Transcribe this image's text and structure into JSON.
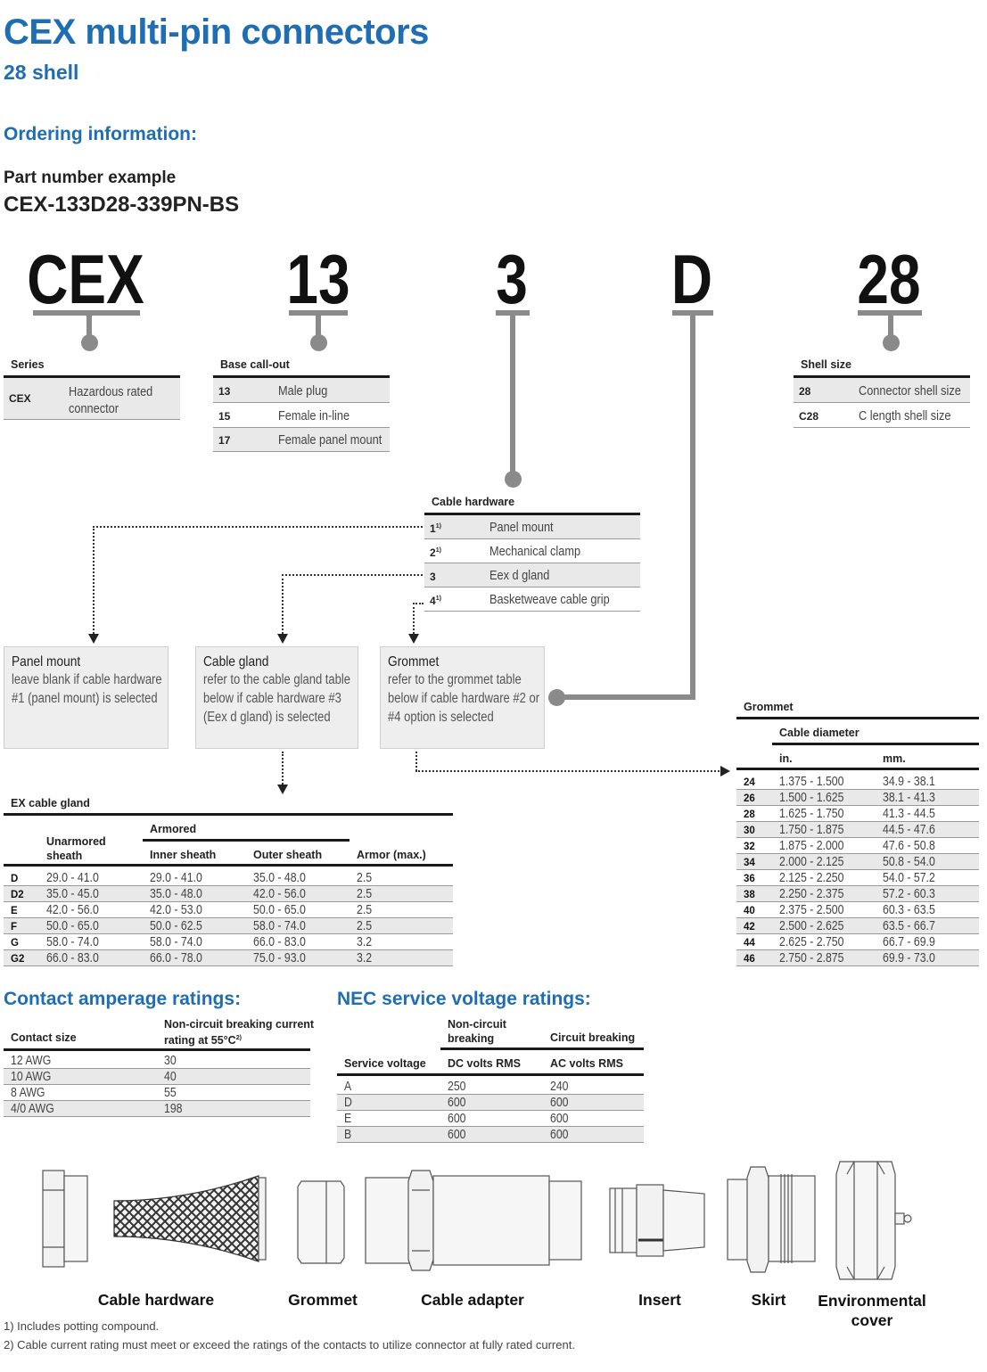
{
  "header": {
    "title": "CEX multi-pin connectors",
    "subtitle": "28 shell",
    "ordering_heading": "Ordering information:",
    "pn_label": "Part number example",
    "pn_value": "CEX-133D28-339PN-BS"
  },
  "code": {
    "series": "CEX",
    "base": "13",
    "hardware": "3",
    "grommet": "D",
    "shell": "28"
  },
  "series": {
    "caption": "Series",
    "rows": [
      {
        "code": "CEX",
        "desc1": "Hazardous rated",
        "desc2": "connector"
      }
    ]
  },
  "base_callout": {
    "caption": "Base call-out",
    "rows": [
      {
        "code": "13",
        "desc": "Male plug"
      },
      {
        "code": "15",
        "desc": "Female in-line"
      },
      {
        "code": "17",
        "desc": "Female panel mount"
      }
    ]
  },
  "shell_size": {
    "caption": "Shell size",
    "rows": [
      {
        "code": "28",
        "desc": "Connector shell size"
      },
      {
        "code": "C28",
        "desc": "C length shell size"
      }
    ]
  },
  "cable_hardware": {
    "caption": "Cable hardware",
    "rows": [
      {
        "code": "1",
        "sup": "1)",
        "desc": "Panel mount"
      },
      {
        "code": "2",
        "sup": "1)",
        "desc": "Mechanical clamp"
      },
      {
        "code": "3",
        "sup": "",
        "desc": "Eex d gland"
      },
      {
        "code": "4",
        "sup": "1)",
        "desc": "Basketweave cable grip"
      }
    ]
  },
  "boxes": {
    "panel": {
      "title": "Panel mount",
      "body": "leave blank if cable hardware #1 (panel mount) is selected"
    },
    "gland": {
      "title": "Cable gland",
      "body": "refer to the cable gland table below if cable hardware #3 (Eex d gland) is selected"
    },
    "grommet": {
      "title": "Grommet",
      "body": "refer to the grommet table below if cable hardware #2 or #4 option is selected"
    }
  },
  "ex_gland": {
    "caption": "EX cable gland",
    "h_unarmored": "Unarmored sheath",
    "h_armored": "Armored",
    "h_inner": "Inner sheath",
    "h_outer": "Outer sheath",
    "h_armor": "Armor (max.)",
    "rows": [
      {
        "k": "D",
        "un": "29.0 - 41.0",
        "inner": "29.0 - 41.0",
        "outer": "35.0 - 48.0",
        "armor": "2.5"
      },
      {
        "k": "D2",
        "un": "35.0 - 45.0",
        "inner": "35.0 - 48.0",
        "outer": "42.0 - 56.0",
        "armor": "2.5"
      },
      {
        "k": "E",
        "un": "42.0 - 56.0",
        "inner": "42.0 - 53.0",
        "outer": "50.0 - 65.0",
        "armor": "2.5"
      },
      {
        "k": "F",
        "un": "50.0 - 65.0",
        "inner": "50.0 - 62.5",
        "outer": "58.0 - 74.0",
        "armor": "2.5"
      },
      {
        "k": "G",
        "un": "58.0 - 74.0",
        "inner": "58.0 - 74.0",
        "outer": "66.0 - 83.0",
        "armor": "3.2"
      },
      {
        "k": "G2",
        "un": "66.0 - 83.0",
        "inner": "66.0 - 78.0",
        "outer": "75.0 - 93.0",
        "armor": "3.2"
      }
    ]
  },
  "grommet_table": {
    "caption": "Grommet",
    "h_diameter": "Cable diameter",
    "h_in": "in.",
    "h_mm": "mm.",
    "rows": [
      {
        "k": "24",
        "in": "1.375 - 1.500",
        "mm": "34.9 - 38.1"
      },
      {
        "k": "26",
        "in": "1.500 - 1.625",
        "mm": "38.1 - 41.3"
      },
      {
        "k": "28",
        "in": "1.625 - 1.750",
        "mm": "41.3 - 44.5"
      },
      {
        "k": "30",
        "in": "1.750 - 1.875",
        "mm": "44.5 - 47.6"
      },
      {
        "k": "32",
        "in": "1.875 - 2.000",
        "mm": "47.6 - 50.8"
      },
      {
        "k": "34",
        "in": "2.000 - 2.125",
        "mm": "50.8 - 54.0"
      },
      {
        "k": "36",
        "in": "2.125 - 2.250",
        "mm": "54.0 - 57.2"
      },
      {
        "k": "38",
        "in": "2.250 - 2.375",
        "mm": "57.2 - 60.3"
      },
      {
        "k": "40",
        "in": "2.375 - 2.500",
        "mm": "60.3 - 63.5"
      },
      {
        "k": "42",
        "in": "2.500 - 2.625",
        "mm": "63.5 - 66.7"
      },
      {
        "k": "44",
        "in": "2.625 - 2.750",
        "mm": "66.7 - 69.9"
      },
      {
        "k": "46",
        "in": "2.750 - 2.875",
        "mm": "69.9 - 73.0"
      }
    ]
  },
  "amperage": {
    "heading": "Contact amperage ratings:",
    "h_size": "Contact size",
    "h_current1": "Non-circuit breaking current",
    "h_current2": "rating at 55°C",
    "h_current_sup": "2)",
    "rows": [
      {
        "size": "12 AWG",
        "val": "30"
      },
      {
        "size": "10 AWG",
        "val": "40"
      },
      {
        "size": "8 AWG",
        "val": "55"
      },
      {
        "size": "4/0 AWG",
        "val": "198"
      }
    ]
  },
  "voltage": {
    "heading": "NEC service voltage ratings:",
    "h_service": "Service voltage",
    "h_noncb1": "Non-circuit",
    "h_noncb2": "breaking",
    "h_cb": "Circuit breaking",
    "h_dc": "DC volts RMS",
    "h_ac": "AC volts RMS",
    "rows": [
      {
        "k": "A",
        "dc": "250",
        "ac": "240"
      },
      {
        "k": "D",
        "dc": "600",
        "ac": "600"
      },
      {
        "k": "E",
        "dc": "600",
        "ac": "600"
      },
      {
        "k": "B",
        "dc": "600",
        "ac": "600"
      }
    ]
  },
  "parts": {
    "hardware": "Cable hardware",
    "grommet": "Grommet",
    "adapter": "Cable adapter",
    "insert": "Insert",
    "skirt": "Skirt",
    "cover1": "Environmental",
    "cover2": "cover"
  },
  "footnotes": {
    "f1": "1) Includes potting compound.",
    "f2": "2) Cable current rating must meet or exceed the ratings of the contacts to utilize connector at fully rated current."
  }
}
